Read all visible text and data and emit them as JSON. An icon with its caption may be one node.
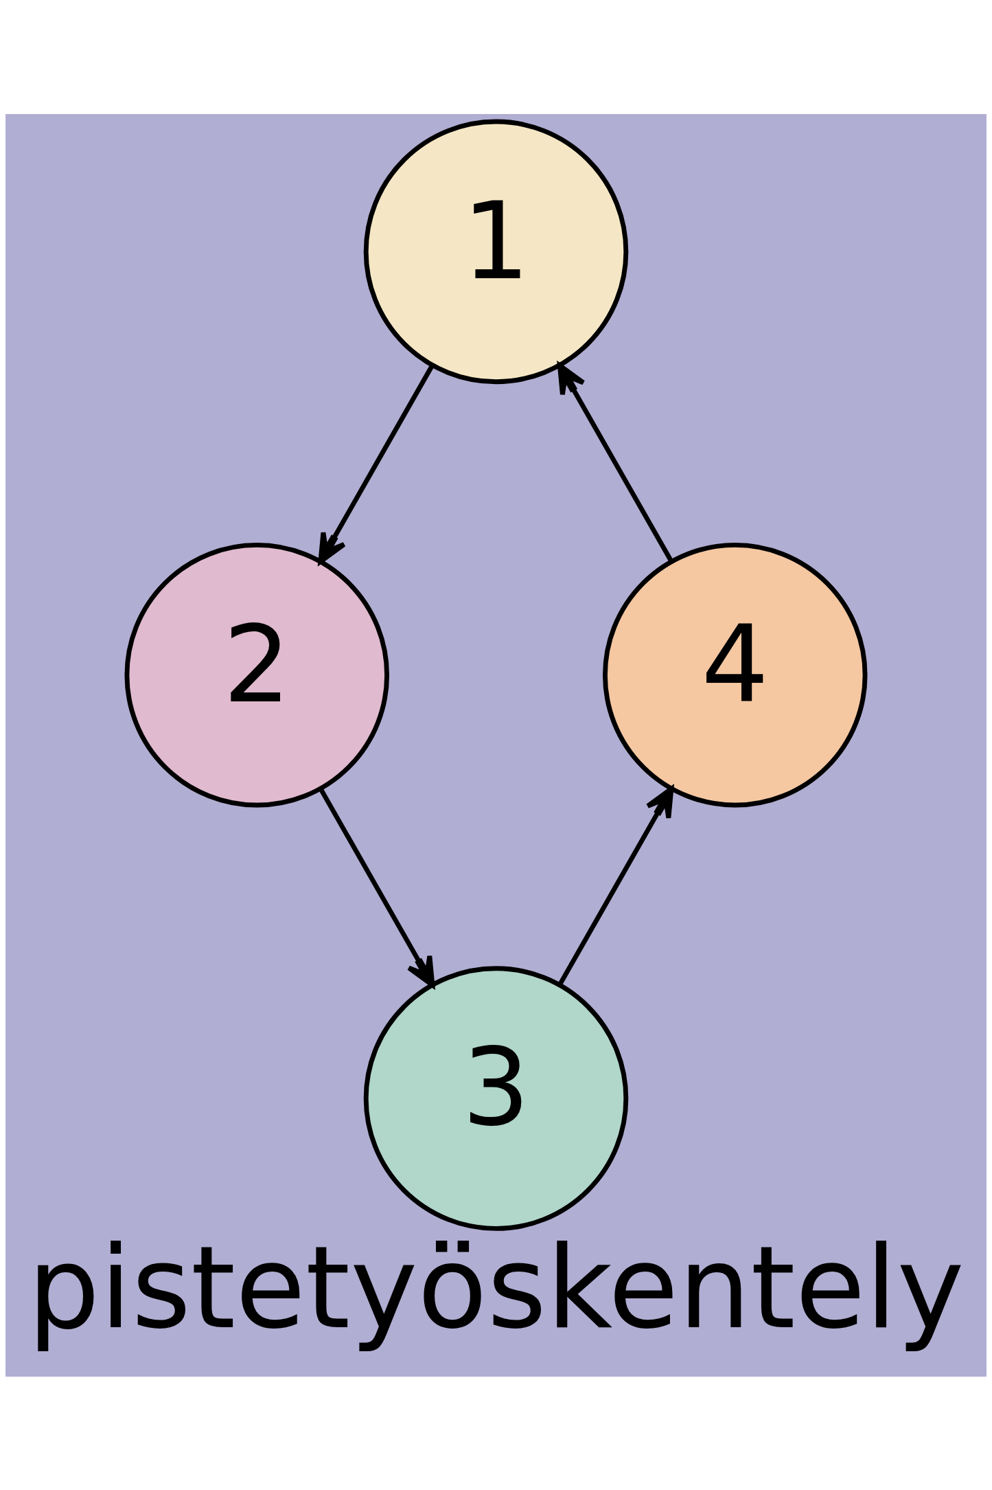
{
  "diagram": {
    "caption": "pistetyöskentely",
    "nodes": [
      {
        "text": [
          "1"
        ]
      },
      {
        "text": [
          "2"
        ]
      },
      {
        "text": [
          "3"
        ]
      },
      {
        "text": [
          "4"
        ]
      }
    ],
    "edges": [
      {
        "from": 0,
        "to": 1,
        "arrow": "to"
      },
      {
        "from": 1,
        "to": 2,
        "arrow": "to"
      },
      {
        "from": 2,
        "to": 3,
        "arrow": "to"
      },
      {
        "from": 3,
        "to": 0,
        "arrow": "to"
      }
    ]
  }
}
